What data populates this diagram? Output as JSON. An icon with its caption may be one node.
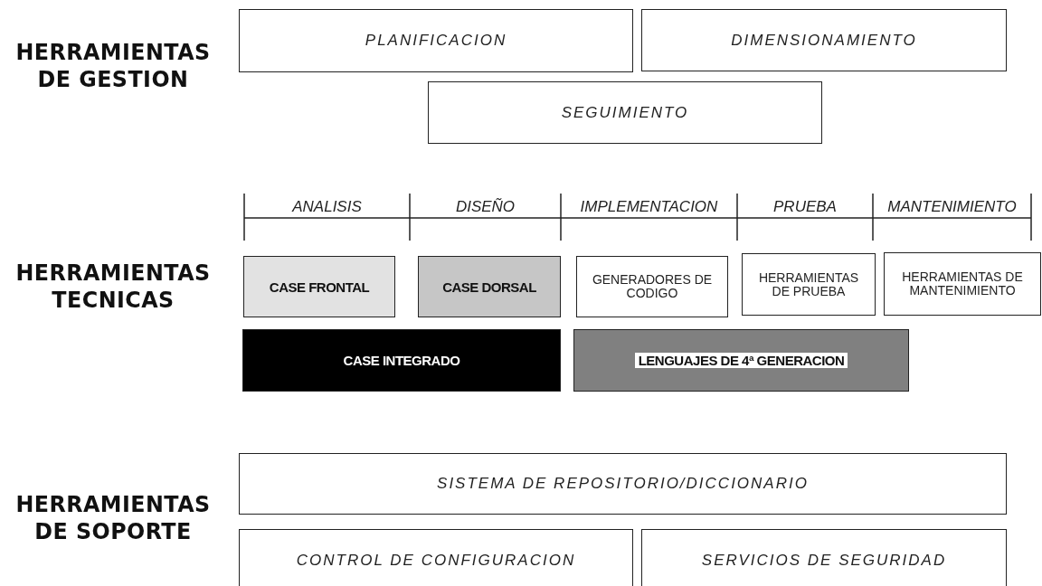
{
  "diagram": {
    "nodes": [
      {
        "text": [
          "PLANIFICACION"
        ]
      },
      {
        "text": [
          "DIMENSIONAMIENTO"
        ]
      },
      {
        "text": [
          "SEGUIMIENTO"
        ]
      },
      {
        "text": [
          "CASE FRONTAL"
        ]
      },
      {
        "text": [
          "CASE DORSAL"
        ]
      },
      {
        "text": [
          "GENERADORES DE CODIGO"
        ]
      },
      {
        "text": [
          "HERRAMIENTAS DE PRUEBA"
        ]
      },
      {
        "text": [
          "HERRAMIENTAS DE MANTENIMIENTO"
        ]
      },
      {
        "text": [
          "CASE INTEGRADO"
        ]
      },
      {
        "text": [
          "LENGUAJES DE 4ª GENERACION"
        ]
      },
      {
        "text": [
          "SISTEMA DE REPOSITORIO/DICCIONARIO"
        ]
      },
      {
        "text": [
          "CONTROL DE CONFIGURACION"
        ]
      },
      {
        "text": [
          "SERVICIOS DE SEGURIDAD"
        ]
      }
    ],
    "labels": [
      "HERRAMIENTAS DE GESTION",
      "ANALISIS",
      "DISEÑO",
      "IMPLEMENTACION",
      "PRUEBA",
      "MANTENIMIENTO",
      "HERRAMIENTAS TECNICAS",
      "HERRAMIENTAS DE SOPORTE"
    ]
  }
}
